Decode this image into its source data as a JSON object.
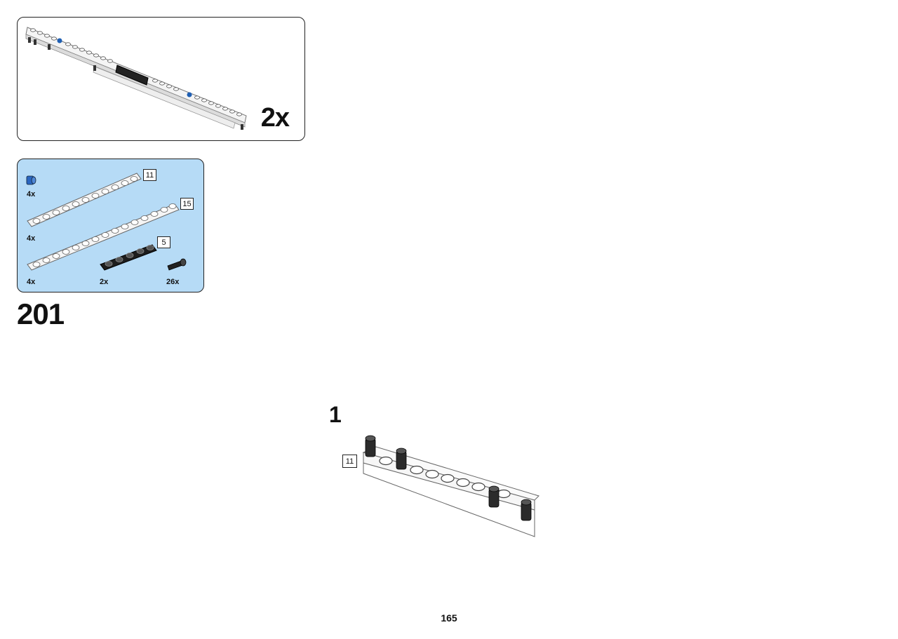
{
  "subassembly": {
    "multiplier": "2x"
  },
  "parts_list": {
    "parts": [
      {
        "name": "blue-connector-pin",
        "quantity": "4x"
      },
      {
        "name": "white-beam-11",
        "quantity": "4x",
        "length_label": "11"
      },
      {
        "name": "white-beam-15",
        "quantity": "4x",
        "length_label": "15"
      },
      {
        "name": "black-beam-5",
        "quantity": "2x",
        "length_label": "5"
      },
      {
        "name": "black-friction-pin",
        "quantity": "26x"
      }
    ]
  },
  "step": {
    "number": "201"
  },
  "substep": {
    "number": "1",
    "callout_label": "11"
  },
  "page": {
    "number": "165"
  }
}
